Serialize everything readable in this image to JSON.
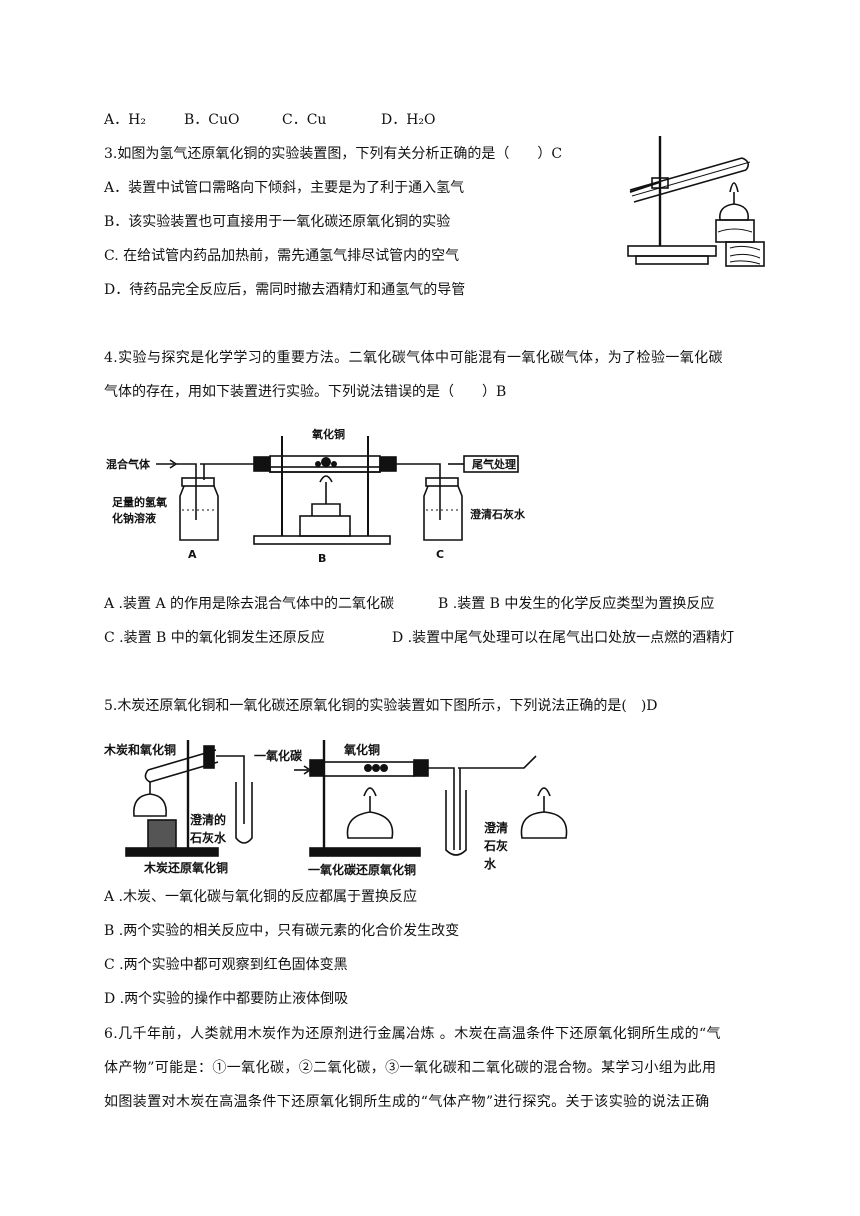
{
  "q2_options": [
    "A．H₂",
    "B．CuO",
    "C．Cu",
    "D．H₂O"
  ],
  "q3": {
    "stem": "3.如图为氢气还原氧化铜的实验装置图，下列有关分析正确的是（　　）C",
    "options": [
      "A．装置中试管口需略向下倾斜，主要是为了利于通入氢气",
      "B．该实验装置也可直接用于一氧化碳还原氧化铜的实验",
      "C. 在给试管内药品加热前，需先通氢气排尽试管内的空气",
      "D．待药品完全反应后，需同时撤去酒精灯和通氢气的导管"
    ]
  },
  "q4": {
    "stem_line1": "4.实验与探究是化学学习的重要方法。二氧化碳气体中可能混有一氧化碳气体，为了检验一氧化碳",
    "stem_line2": "气体的存在，用如下装置进行实验。下列说法错误的是（　　）B",
    "figure": {
      "gas_in": "混合气体",
      "cuo": "氧化铜",
      "tail": "尾气处理",
      "naoh": [
        "足量的氢氧",
        "化钠溶液"
      ],
      "limewater": "澄清石灰水",
      "label_a": "A",
      "label_b": "B",
      "label_c": "C"
    },
    "options": [
      "A .装置 A 的作用是除去混合气体中的二氧化碳",
      "B .装置 B 中发生的化学反应类型为置换反应",
      "C .装置 B 中的氧化铜发生还原反应",
      "D .装置中尾气处理可以在尾气出口处放一点燃的酒精灯"
    ]
  },
  "q5": {
    "stem": "5.木炭还原氧化铜和一氧化碳还原氧化铜的实验装置如下图所示，下列说法正确的是(　)D",
    "figure": {
      "left_top": "木炭和氧化铜",
      "left_lime": [
        "澄清的",
        "石灰水"
      ],
      "left_caption": "木炭还原氧化铜",
      "co_in": "一氧化碳",
      "cuo": "氧化铜",
      "right_lime": [
        "澄清",
        "石灰",
        "水"
      ],
      "right_caption": "一氧化碳还原氧化铜"
    },
    "options": [
      "A .木炭、一氧化碳与氧化铜的反应都属于置换反应",
      "B .两个实验的相关反应中，只有碳元素的化合价发生改变",
      "C .两个实验中都可观察到红色固体变黑",
      "D .两个实验的操作中都要防止液体倒吸"
    ]
  },
  "q6": {
    "line1": "6.几千年前，人类就用木炭作为还原剂进行金属冶炼 。木炭在高温条件下还原氧化铜所生成的“气",
    "line2": "体产物”可能是：①一氧化碳，②二氧化碳，③一氧化碳和二氧化碳的混合物。某学习小组为此用",
    "line3": "如图装置对木炭在高温条件下还原氧化铜所生成的“气体产物”进行探究。关于该实验的说法正确"
  }
}
